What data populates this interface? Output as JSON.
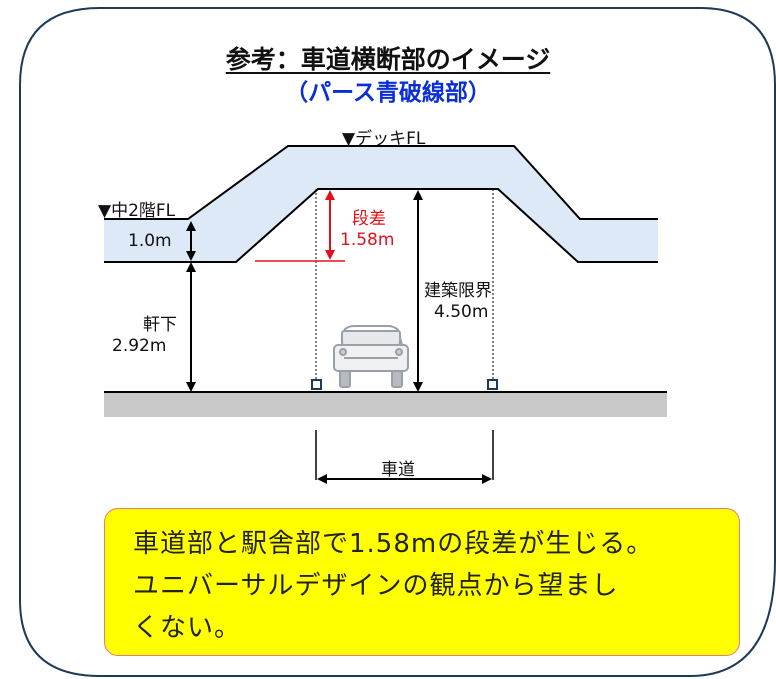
{
  "header": {
    "title": "参考：車道横断部のイメージ",
    "subtitle": "（パース青破線部）"
  },
  "diagram": {
    "deck_level": "▼デッキFL",
    "mid_floor_level": "▼中2階FL",
    "slab_thickness": "1.0m",
    "eaves_label": "軒下",
    "eaves_height": "2.92m",
    "step_label": "段差",
    "step_height": "1.58m",
    "clearance_label": "建築限界",
    "clearance_height": "4.50m",
    "carriageway_label": "車道",
    "colors": {
      "slab": "#dde9f6",
      "ground": "#c8c8c8",
      "step_marker": "#e3101b",
      "note_bg": "#ffff00",
      "title_sub": "#0a2fd6"
    }
  },
  "note": {
    "text": "車道部と駅舎部で1.58mの段差が生じる。\nユニバーサルデザインの観点から望まし\nくない。"
  }
}
